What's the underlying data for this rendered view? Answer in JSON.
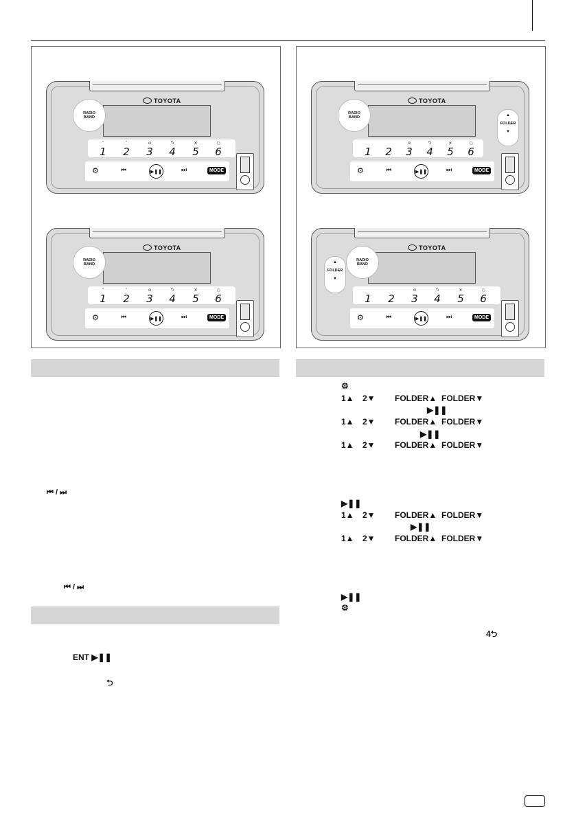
{
  "brand": "TOYOTA",
  "radio_band": [
    "RADIO",
    "BAND"
  ],
  "folder_label": "FOLDER",
  "presets": [
    "1",
    "2",
    "3",
    "4",
    "5",
    "6"
  ],
  "mode_label": "MODE",
  "glyphs": {
    "skip_pair": "⏮ / ⏭",
    "ent_play": "ENT ▶❚❚",
    "back": "⮌",
    "gear": "⚙",
    "one_up": "1▲",
    "two_down": "2▼",
    "folder_up": "FOLDER▲",
    "folder_down": "FOLDER▼",
    "play_pause": "▶❚❚",
    "four_back": "4⮌"
  }
}
